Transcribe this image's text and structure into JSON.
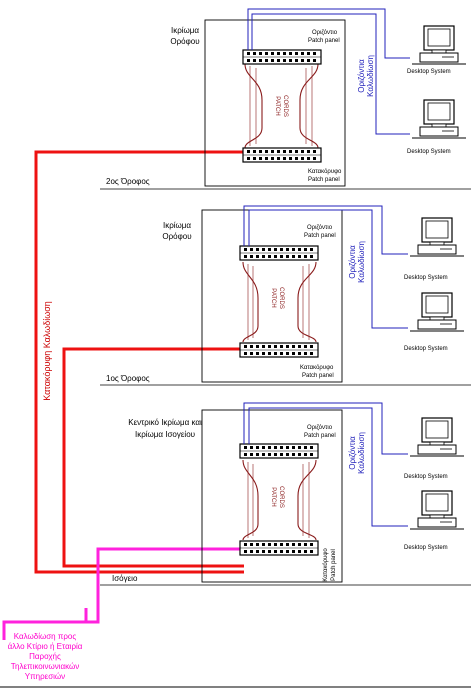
{
  "colors": {
    "vertical_cable": "#ee1111",
    "horizontal_cable": "#2222bb",
    "provider_cable": "#ff22dd",
    "patch_cords": "#8a1c1c",
    "frame": "#000000"
  },
  "floors": [
    {
      "rack_label_line1": "Ικρίωμα",
      "rack_label_line2": "Ορόφου",
      "floor_label": "2ος Όροφος",
      "top_panel_line1": "Οριζόντιο",
      "top_panel_line2": "Patch panel",
      "bottom_panel_line1": "Κατακόρυφο",
      "bottom_panel_line2": "Patch panel",
      "patch_cords_line1": "PATCH",
      "patch_cords_line2": "CORDS",
      "horizontal_cabling_line1": "Οριζόντια",
      "horizontal_cabling_line2": "Καλωδίωση",
      "desktops": [
        "Desktop System",
        "Desktop System"
      ]
    },
    {
      "rack_label_line1": "Ικρίωμα",
      "rack_label_line2": "Ορόφου",
      "floor_label": "1ος Όροφος",
      "top_panel_line1": "Οριζόντιο",
      "top_panel_line2": "Patch panel",
      "bottom_panel_line1": "Κατακόρυφο",
      "bottom_panel_line2": "Patch panel",
      "patch_cords_line1": "PATCH",
      "patch_cords_line2": "CORDS",
      "horizontal_cabling_line1": "Οριζόντια",
      "horizontal_cabling_line2": "Καλωδίωση",
      "desktops": [
        "Desktop System",
        "Desktop System"
      ]
    },
    {
      "rack_label_line1": "Κεντρικό Ικρίωμα και",
      "rack_label_line2": "Ικρίωμα Ισογείου",
      "floor_label": "Ισόγειο",
      "top_panel_line1": "Οριζόντιο",
      "top_panel_line2": "Patch panel",
      "bottom_panel_line1": "Κατακόρυφο",
      "bottom_panel_line2": "Patch panel",
      "patch_cords_line1": "PATCH",
      "patch_cords_line2": "CORDS",
      "horizontal_cabling_line1": "Οριζόντια",
      "horizontal_cabling_line2": "Καλωδίωση",
      "desktops": [
        "Desktop System",
        "Desktop System"
      ]
    }
  ],
  "vertical_cabling_label": "Κατακόρυφη Καλωδίωση",
  "provider_label": [
    "Καλωδίωση προς",
    "άλλο Κτίριο ή Εταιρία",
    "Παροχής",
    "Τηλεπικοινωνιακών",
    "Υπηρεσιών"
  ]
}
